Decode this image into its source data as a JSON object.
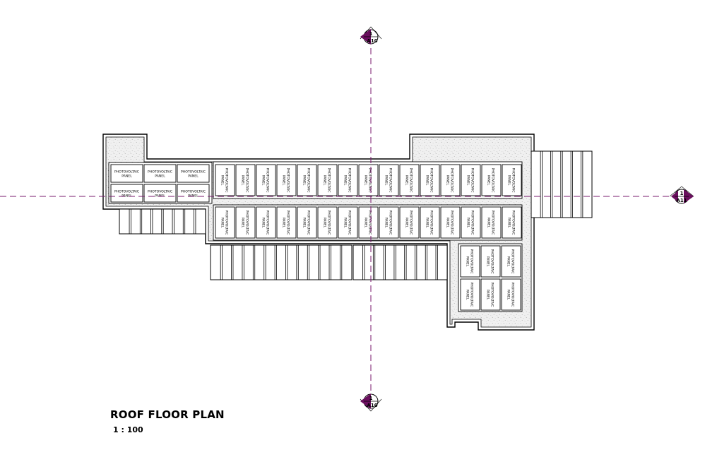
{
  "drawing": {
    "title": "ROOF FLOOR PLAN",
    "scale": "1 : 100"
  },
  "panel_label_line1": "PHOTOVOLTAIC",
  "panel_label_line2": "PANEL",
  "section_markers": [
    {
      "number": "1",
      "sheet": "A10"
    },
    {
      "number": "1",
      "sheet": "A10"
    },
    {
      "number": "1",
      "sheet": "A11"
    }
  ],
  "colors": {
    "line": "#000000",
    "section_line": "#7a1a6e",
    "hatch_bg": "#f0f0f0",
    "hatch_dot": "#9a9a9a"
  }
}
